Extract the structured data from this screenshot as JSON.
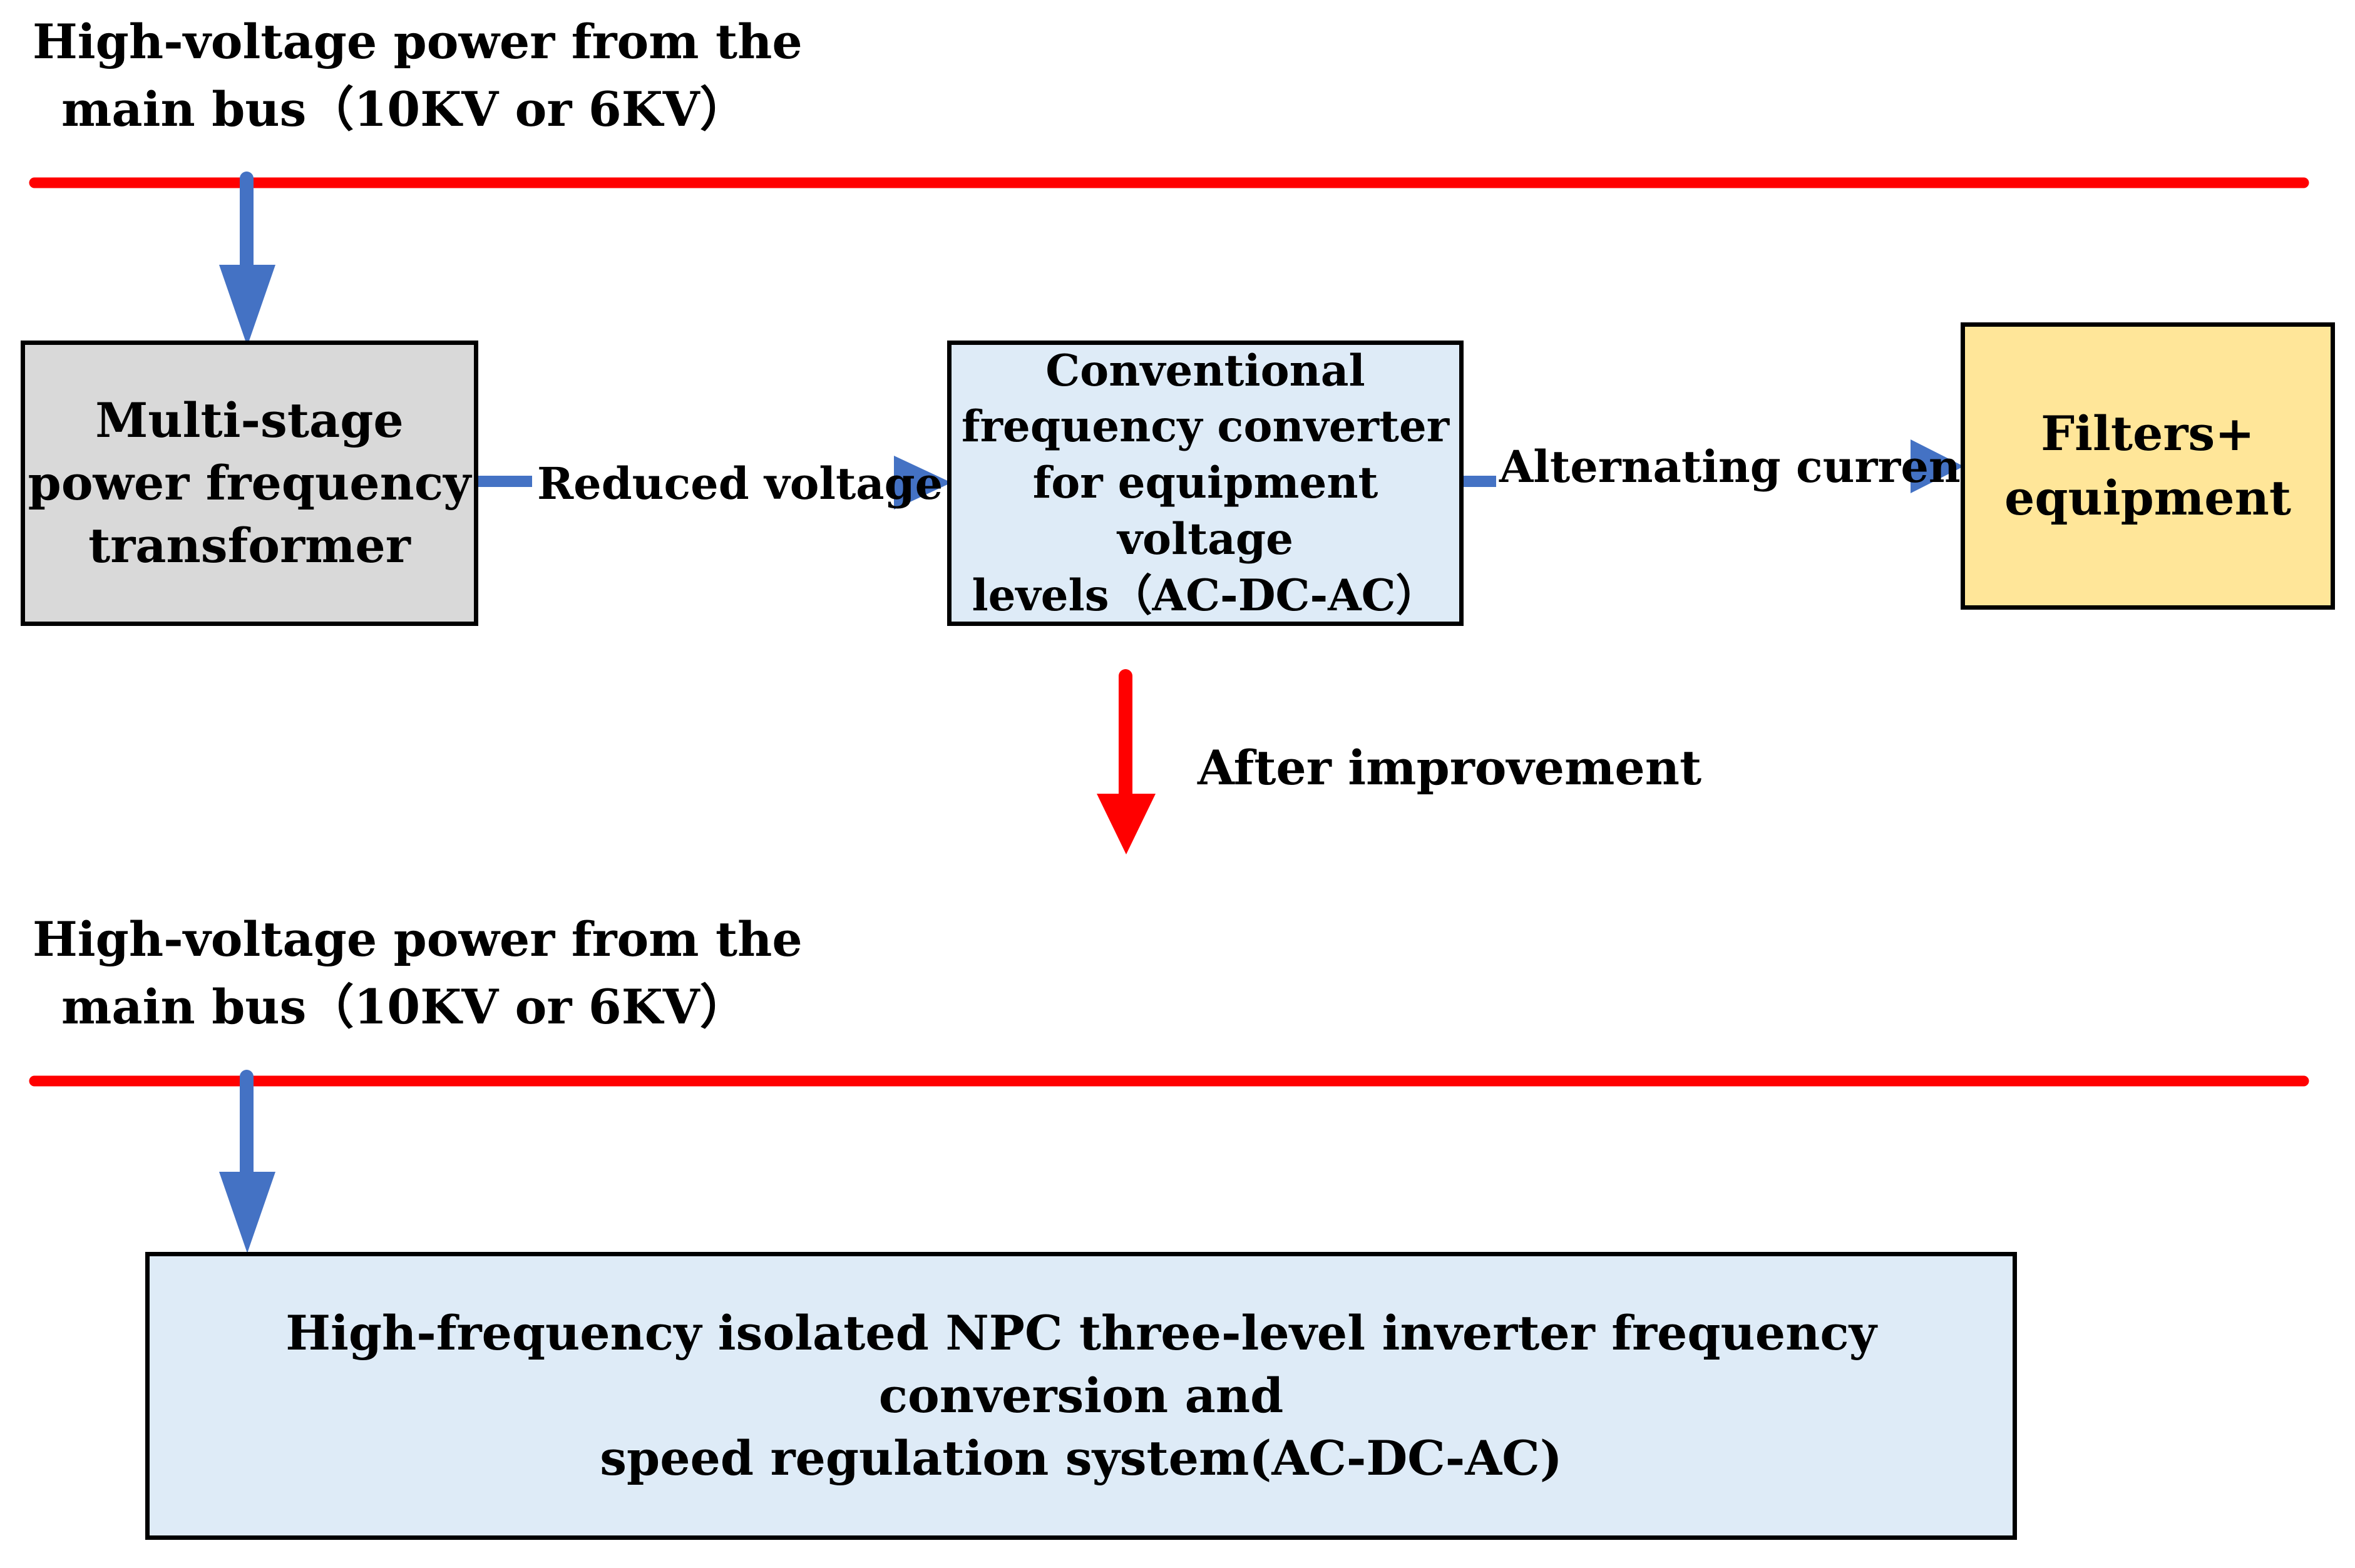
{
  "colors": {
    "bus": "#ff0000",
    "arrow_blue": "#4472c4",
    "arrow_red": "#ff0000",
    "box_gray": "#d9d9d9",
    "box_light_blue": "#deebf7",
    "box_yellow": "#ffe699",
    "border": "#000000"
  },
  "top_section": {
    "bus_label_line1": "High-voltage power from the",
    "bus_label_line2": "main bus（10KV or 6KV）",
    "transformer_box": "Multi-stage\npower frequency\ntransformer",
    "reduced_voltage_label": "Reduced voltage",
    "converter_box": "Conventional\nfrequency converter\nfor equipment voltage\nlevels（AC-DC-AC）",
    "alternating_current_label": "Alternating current",
    "filters_box": "Filters+\nequipment"
  },
  "transition": {
    "label": "After improvement"
  },
  "bottom_section": {
    "bus_label_line1": "High-voltage power from the",
    "bus_label_line2": "main bus（10KV or 6KV）",
    "system_box": "High-frequency isolated NPC three-level inverter frequency conversion and\nspeed regulation system(AC-DC-AC)"
  }
}
